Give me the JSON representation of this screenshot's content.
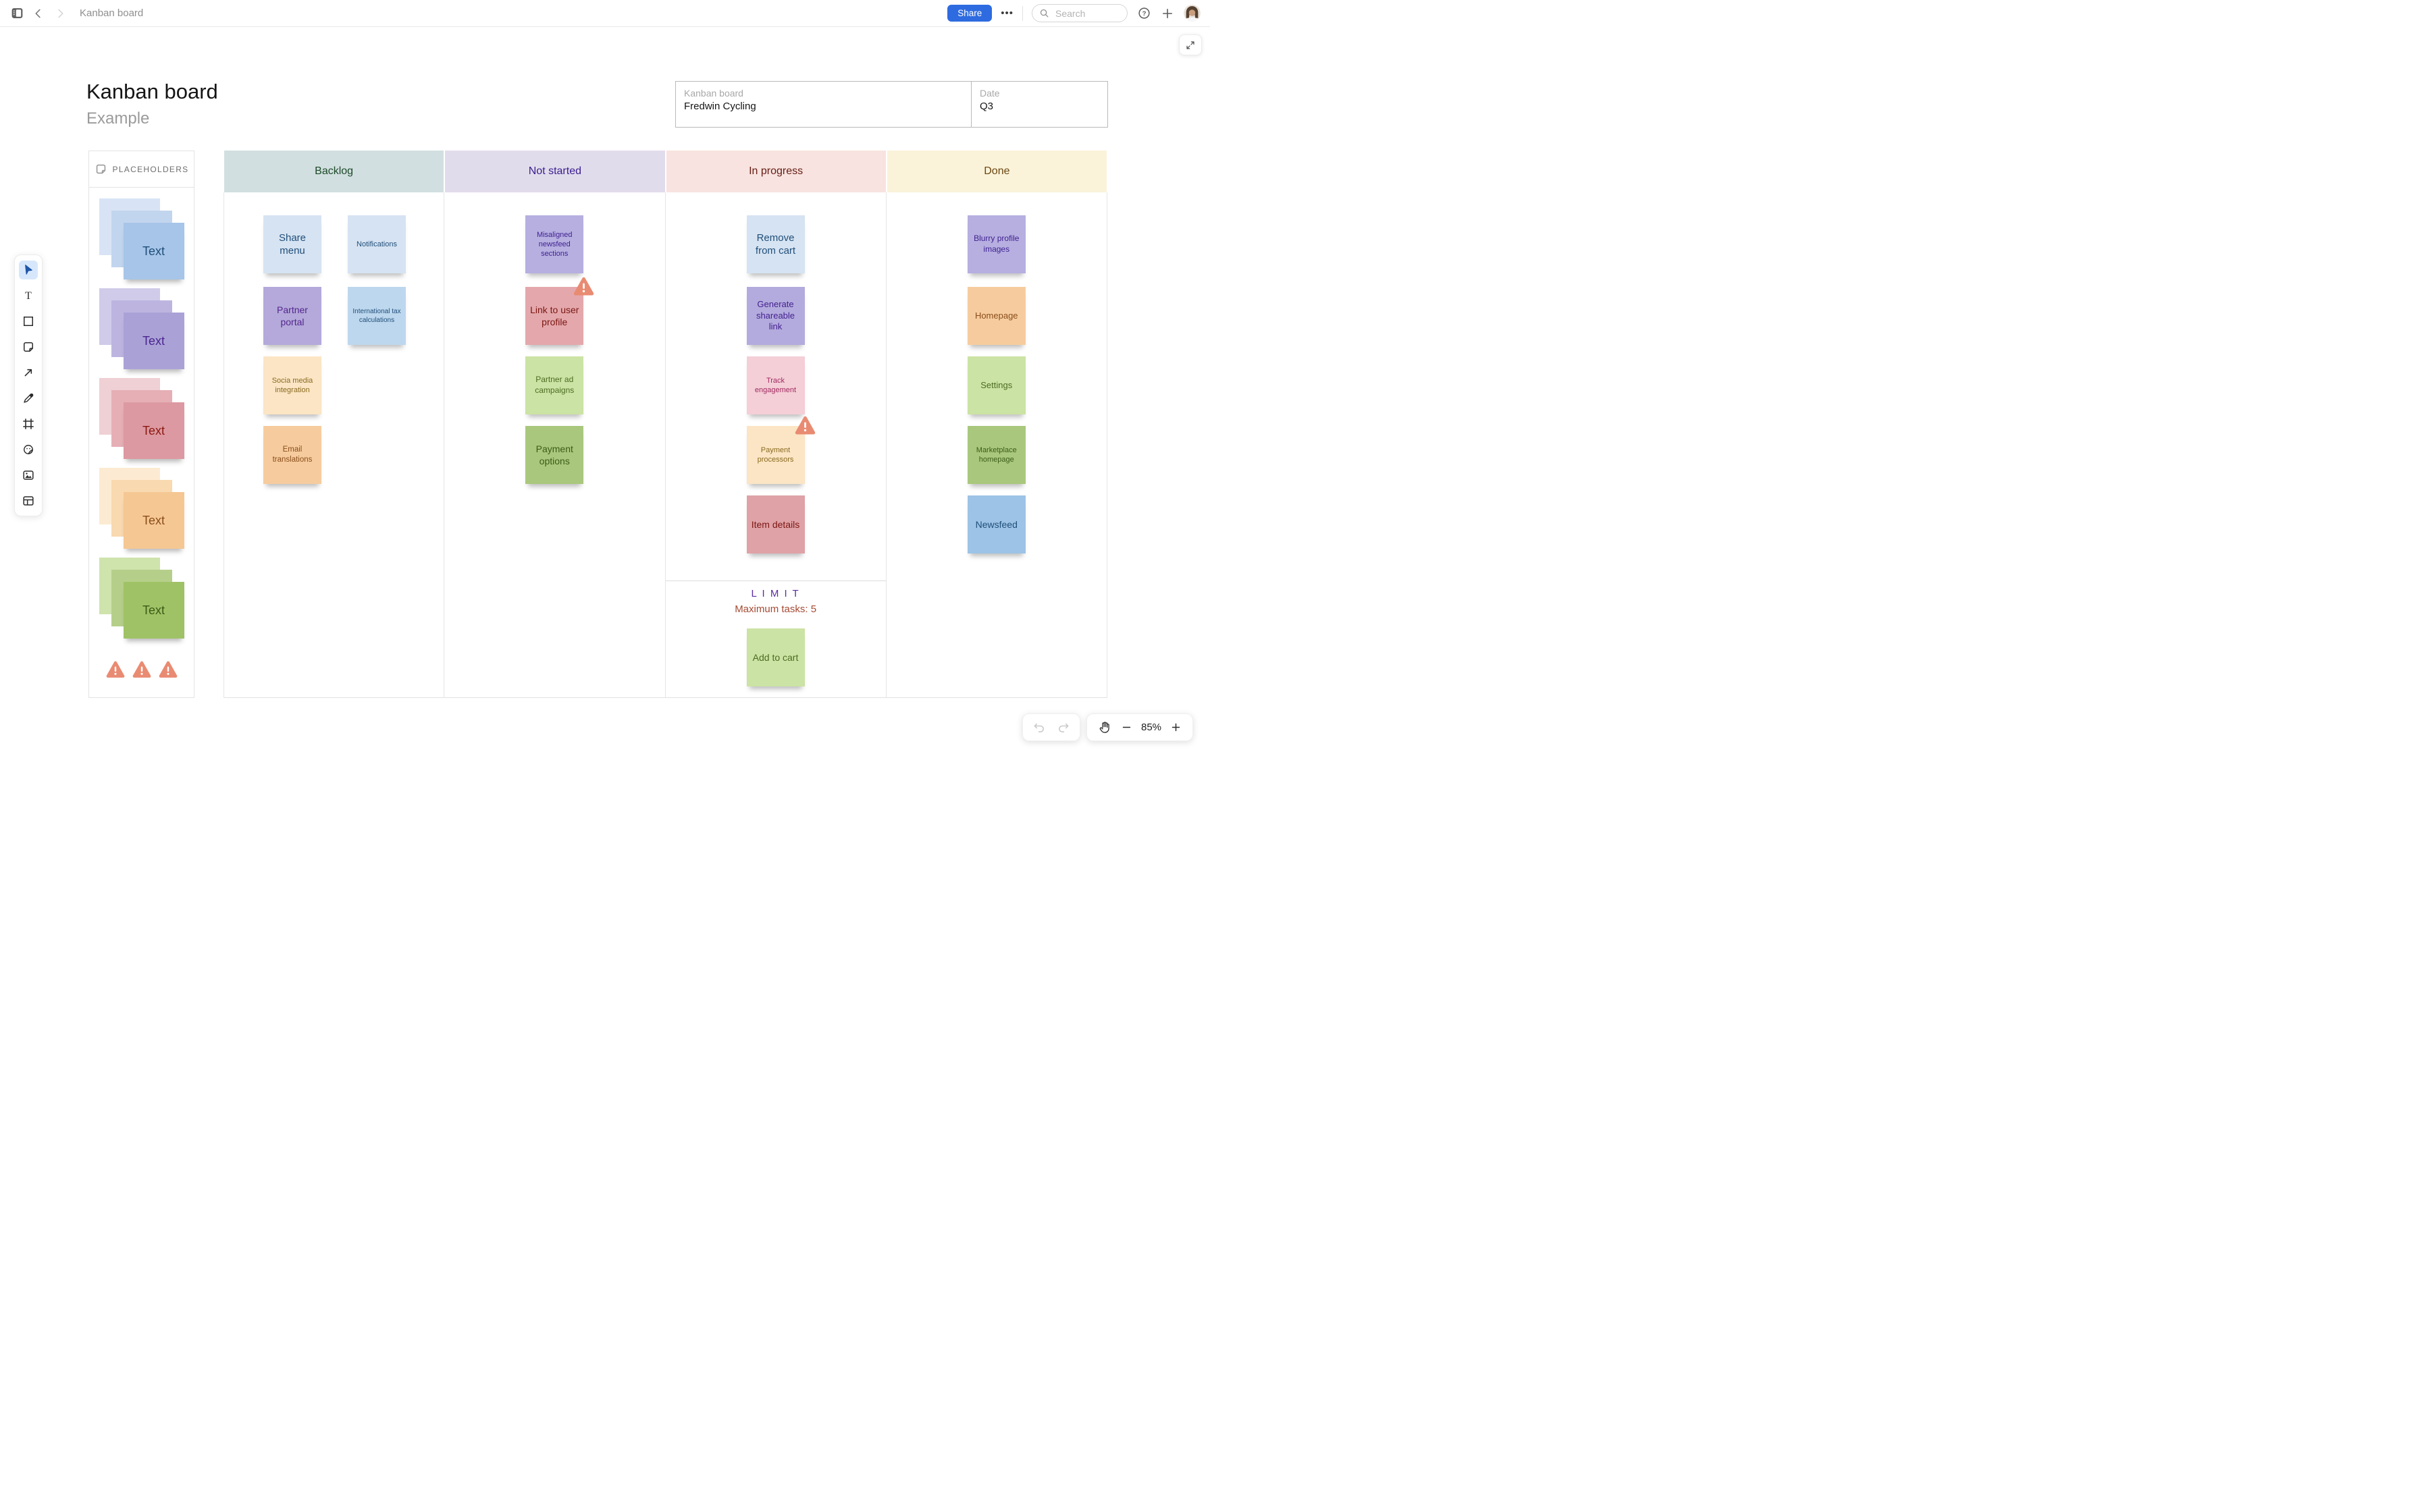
{
  "topbar": {
    "document_title": "Kanban board",
    "share": "Share",
    "more": "•••",
    "search_placeholder": "Search"
  },
  "canvas": {
    "title": "Kanban board",
    "subtitle": "Example"
  },
  "info_table": {
    "cells": [
      {
        "label": "Kanban board",
        "value": "Fredwin Cycling"
      },
      {
        "label": "Date",
        "value": "Q3"
      }
    ]
  },
  "placeholders": {
    "title": "PLACEHOLDERS",
    "stacks": [
      {
        "label": "Text",
        "fg": "#1f4e79",
        "layers": [
          "#d8e4f5",
          "#c2d5ee",
          "#a6c5e8"
        ]
      },
      {
        "label": "Text",
        "fg": "#4a2490",
        "layers": [
          "#d0cbe9",
          "#bdb5e0",
          "#aaa2d6"
        ]
      },
      {
        "label": "Text",
        "fg": "#8a1810",
        "layers": [
          "#efd0d4",
          "#e5afb5",
          "#dc99a1"
        ]
      },
      {
        "label": "Text",
        "fg": "#8a4d1b",
        "layers": [
          "#fcebd2",
          "#f9d9b0",
          "#f5c793"
        ]
      },
      {
        "label": "Text",
        "fg": "#3c5a16",
        "layers": [
          "#cfe3ad",
          "#b5cf8a",
          "#9fc266"
        ]
      }
    ],
    "warning_count": 3,
    "warning_color": "#e98b72"
  },
  "board": {
    "columns": [
      {
        "label": "Backlog",
        "header_bg": "#d2dfe0",
        "header_fg": "#1c4a28"
      },
      {
        "label": "Not started",
        "header_bg": "#e1dcec",
        "header_fg": "#3a1d8e"
      },
      {
        "label": "In progress",
        "header_bg": "#f8e3e0",
        "header_fg": "#641d12"
      },
      {
        "label": "Done",
        "header_bg": "#faf3da",
        "header_fg": "#6b4612"
      }
    ],
    "notes": [
      {
        "col": 0,
        "row": 0,
        "slot": "l",
        "text": "Share menu",
        "bg": "#d6e3f2",
        "fg": "#1f4e79",
        "fs": 15
      },
      {
        "col": 0,
        "row": 0,
        "slot": "r",
        "text": "Notifications",
        "bg": "#d6e3f2",
        "fg": "#1f4e79",
        "fs": 11
      },
      {
        "col": 0,
        "row": 1,
        "slot": "l",
        "text": "Partner portal",
        "bg": "#b4a9da",
        "fg": "#53258e",
        "fs": 14
      },
      {
        "col": 0,
        "row": 1,
        "slot": "r",
        "text": "International tax calculations",
        "bg": "#bdd7ee",
        "fg": "#1f4e79",
        "fs": 10
      },
      {
        "col": 0,
        "row": 2,
        "slot": "l",
        "text": "Socia media integration",
        "bg": "#fbe5c4",
        "fg": "#8a6a20",
        "fs": 11
      },
      {
        "col": 0,
        "row": 3,
        "slot": "l",
        "text": "Email translations",
        "bg": "#f6cc9e",
        "fg": "#8a4d1b",
        "fs": 11.5
      },
      {
        "col": 1,
        "row": 0,
        "text": "Misaligned newsfeed sections",
        "bg": "#b6afe0",
        "fg": "#3f1f8f",
        "fs": 11
      },
      {
        "col": 1,
        "row": 1,
        "text": "Link to user profile",
        "bg": "#e4a8ac",
        "fg": "#7b1612",
        "fs": 14,
        "warning": true
      },
      {
        "col": 1,
        "row": 2,
        "text": "Partner ad campaigns",
        "bg": "#cbe3a4",
        "fg": "#4c6b22",
        "fs": 12
      },
      {
        "col": 1,
        "row": 3,
        "text": "Payment options",
        "bg": "#a9c87d",
        "fg": "#3c5a16",
        "fs": 14
      },
      {
        "col": 2,
        "row": 0,
        "text": "Remove from cart",
        "bg": "#d6e3f2",
        "fg": "#1f4e79",
        "fs": 15
      },
      {
        "col": 2,
        "row": 1,
        "text": "Generate shareable link",
        "bg": "#b3abdd",
        "fg": "#44208f",
        "fs": 13
      },
      {
        "col": 2,
        "row": 2,
        "text": "Track engagement",
        "bg": "#f4cfd7",
        "fg": "#a12960",
        "fs": 11
      },
      {
        "col": 2,
        "row": 3,
        "text": "Payment processors",
        "bg": "#fbe5c4",
        "fg": "#8a6a20",
        "fs": 11,
        "warning": true
      },
      {
        "col": 2,
        "row": 4,
        "text": "Item details",
        "bg": "#dfa2a6",
        "fg": "#7b1612",
        "fs": 14
      },
      {
        "col": 3,
        "row": 0,
        "text": "Blurry profile images",
        "bg": "#b6afe0",
        "fg": "#3f1f8f",
        "fs": 12
      },
      {
        "col": 3,
        "row": 1,
        "text": "Homepage",
        "bg": "#f6cc9e",
        "fg": "#8a4d1b",
        "fs": 13
      },
      {
        "col": 3,
        "row": 2,
        "text": "Settings",
        "bg": "#cbe3a4",
        "fg": "#4c6b22",
        "fs": 13
      },
      {
        "col": 3,
        "row": 3,
        "text": "Marketplace homepage",
        "bg": "#a9c87d",
        "fg": "#3c5a16",
        "fs": 11
      },
      {
        "col": 3,
        "row": 4,
        "text": "Newsfeed",
        "bg": "#9dc3e6",
        "fg": "#1f4e79",
        "fs": 14
      }
    ],
    "limit": {
      "col": 2,
      "title": "L I M I T",
      "title_color": "#5b2da0",
      "subtitle": "Maximum tasks:  5",
      "subtitle_color": "#a54a33",
      "note": {
        "text": "Add to cart",
        "bg": "#cbe3a4",
        "fg": "#4c6b22",
        "fs": 14
      }
    }
  },
  "tools": [
    "cursor",
    "text",
    "square",
    "sticky",
    "arrow",
    "pencil",
    "frame",
    "sticker",
    "image",
    "table"
  ],
  "zoom_controls": {
    "level": "85%"
  }
}
